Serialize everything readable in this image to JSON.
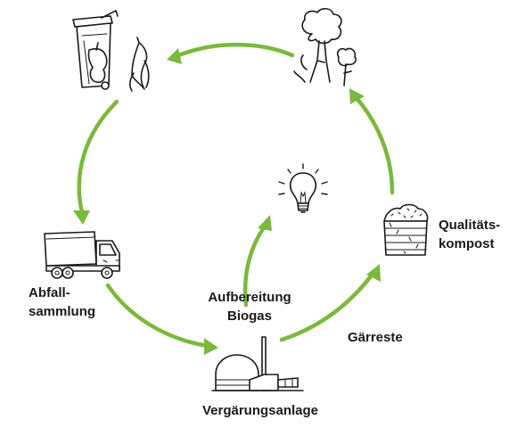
{
  "colors": {
    "arrow": "#7ab93c",
    "ink": "#1a1a1a",
    "background": "#ffffff"
  },
  "nodes": {
    "biowaste": {
      "icon": "waste-bin-with-scraps-icon"
    },
    "collection": {
      "icon": "garbage-truck-icon",
      "label_line1": "Abfall-",
      "label_line2": "sammlung"
    },
    "plant": {
      "icon": "digestion-plant-icon",
      "label": "Vergärungsanlage"
    },
    "biogas": {
      "icon": "light-bulb-icon",
      "label_line1": "Aufbereitung",
      "label_line2": "Biogas"
    },
    "residue": {
      "label": "Gärreste"
    },
    "compost": {
      "icon": "compost-crate-icon",
      "label_line1": "Qualitäts-",
      "label_line2": "kompost"
    },
    "plants": {
      "icon": "tree-and-plants-icon"
    }
  },
  "flow": [
    "biowaste-to-collection",
    "collection-to-plant",
    "plant-to-compost",
    "plant-to-biogas",
    "compost-to-plants",
    "plants-to-biowaste"
  ]
}
